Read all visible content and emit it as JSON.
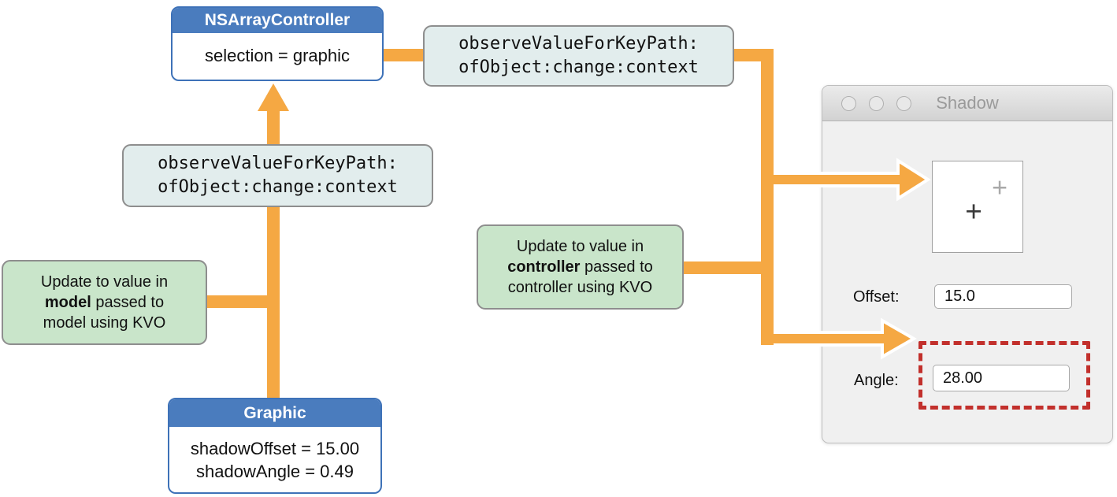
{
  "colors": {
    "accent_orange": "#f5a843",
    "box_blue": "#4a7cbe",
    "note_green": "#c9e5ca",
    "code_bg": "#e2eded",
    "highlight_red": "#c2302c",
    "window_bg": "#f0f0f0"
  },
  "controller_box": {
    "title": "NSArrayController",
    "property": "selection = graphic"
  },
  "kvo_message_top": {
    "line1": "observeValueForKeyPath:",
    "line2": "ofObject:change:context"
  },
  "kvo_message_mid": {
    "line1": "observeValueForKeyPath:",
    "line2": "ofObject:change:context"
  },
  "note_model": {
    "line1": "Update to value in",
    "line2_bold": "model",
    "line2_rest": " passed to",
    "line3": "model using KVO"
  },
  "note_controller": {
    "line1": "Update to value in",
    "line2_bold": "controller",
    "line2_rest": " passed to",
    "line3": "controller using KVO"
  },
  "graphic_box": {
    "title": "Graphic",
    "line1": "shadowOffset = 15.00",
    "line2": "shadowAngle = 0.49"
  },
  "window": {
    "title": "Shadow",
    "offset_label": "Offset:",
    "offset_value": "15.0",
    "angle_label": "Angle:",
    "angle_value": "28.00",
    "plus_primary": "+",
    "plus_secondary": "+"
  }
}
